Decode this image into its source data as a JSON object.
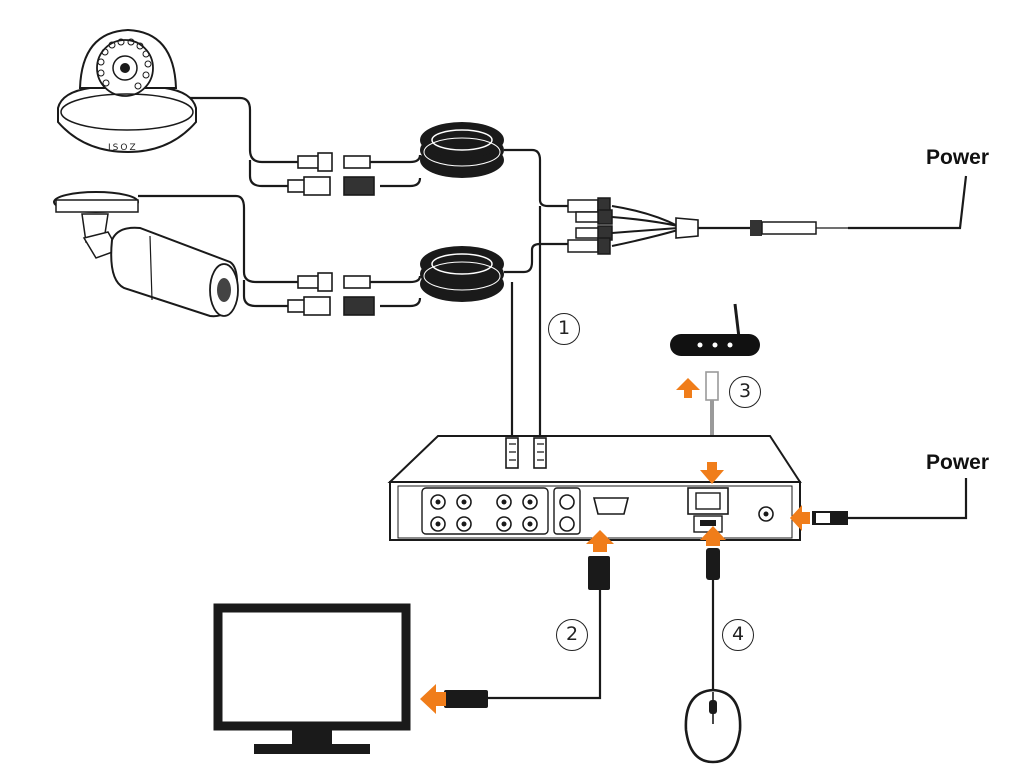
{
  "labels": {
    "power_top": "Power",
    "power_right": "Power"
  },
  "steps": [
    "1",
    "2",
    "3",
    "4"
  ],
  "camera_brand": "ISOZ",
  "colors": {
    "line": "#1a1a1a",
    "arrow": "#f07d1a",
    "device_fill": "#ffffff",
    "gray": "#9a9a9a"
  }
}
